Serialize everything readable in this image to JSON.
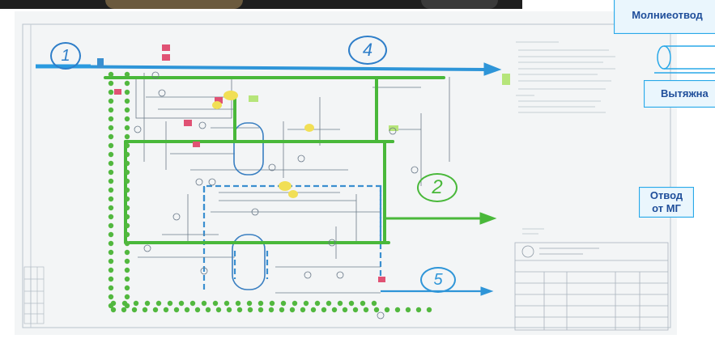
{
  "callouts": {
    "lightning": "Молниеотвод",
    "vent": "Вытяжна",
    "outlet_line1": "Отвод",
    "outlet_line2": "от МГ"
  },
  "streams": {
    "s1": "1",
    "s2": "2",
    "s4": "4",
    "s5": "5"
  },
  "colors": {
    "main_line": "#2e95d8",
    "green_line": "#49b83a",
    "dashed_blue": "#3a8fd0",
    "callout_border": "#29a8e8",
    "callout_text": "#1f4e9a"
  }
}
